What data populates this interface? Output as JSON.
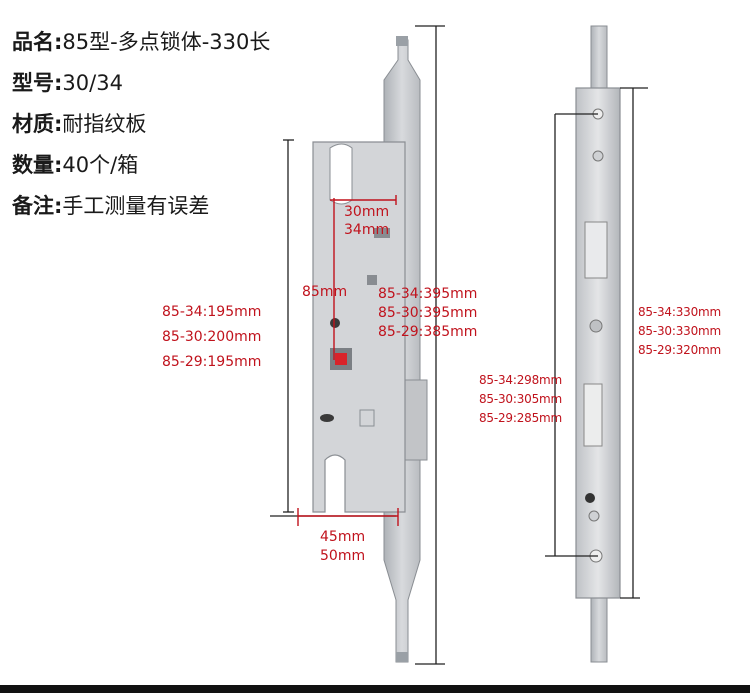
{
  "specs": [
    {
      "label": "品名:",
      "value": "85型-多点锁体-330长"
    },
    {
      "label": "型号:",
      "value": "30/34"
    },
    {
      "label": "材质:",
      "value": "耐指纹板"
    },
    {
      "label": "数量:",
      "value": "40个/箱"
    },
    {
      "label": "备注:",
      "value": "手工测量有误差"
    }
  ],
  "left_lock": {
    "inner_width": [
      "30mm",
      "34mm"
    ],
    "backset": "85mm",
    "body_length": [
      "85-34:195mm",
      "85-30:200mm",
      "85-29:195mm"
    ],
    "total_length": [
      "85-34:395mm",
      "85-30:395mm",
      "85-29:385mm"
    ],
    "face_width": [
      "45mm",
      "50mm"
    ]
  },
  "right_plate": {
    "hole_distance": [
      "85-34:298mm",
      "85-30:305mm",
      "85-29:285mm"
    ],
    "plate_length": [
      "85-34:330mm",
      "85-30:330mm",
      "85-29:320mm"
    ]
  },
  "colors": {
    "annotation": "#c0121c",
    "steel": "#c9ccd0",
    "dim_line": "#222222"
  }
}
